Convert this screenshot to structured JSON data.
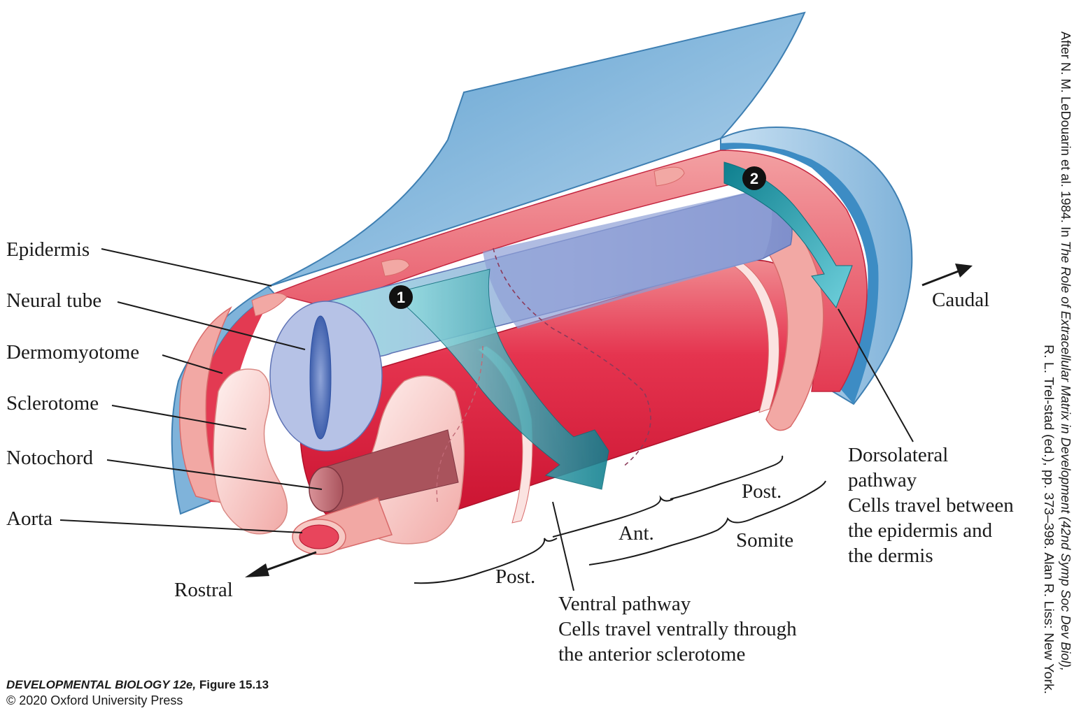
{
  "labels": {
    "epidermis": "Epidermis",
    "neural_tube": "Neural tube",
    "dermomyotome": "Dermomyotome",
    "sclerotome": "Sclerotome",
    "notochord": "Notochord",
    "aorta": "Aorta",
    "rostral": "Rostral",
    "caudal": "Caudal"
  },
  "markers": {
    "one": "1",
    "two": "2"
  },
  "segments": {
    "post_front": "Post.",
    "ant": "Ant.",
    "post_back": "Post.",
    "somite": "Somite"
  },
  "pathways": {
    "ventral_title": "Ventral pathway",
    "ventral_desc_1": "Cells travel ventrally through",
    "ventral_desc_2": "the anterior sclerotome",
    "dorsolateral_title_1": "Dorsolateral",
    "dorsolateral_title_2": "pathway",
    "dorsolateral_desc_1": "Cells travel between",
    "dorsolateral_desc_2": "the epidermis and",
    "dorsolateral_desc_3": "the dermis"
  },
  "credit": {
    "line_1_prefix": "After N. M. LeDouarin et al. 1984. In ",
    "line_1_title": "The Role of Extracellular Matrix in Development (42nd Symp Soc Dev Biol),",
    "line_2": "R. L. Trel-stad (ed.), pp. 373–398. Alan R. Liss: New York."
  },
  "caption": {
    "book": "DEVELOPMENTAL BIOLOGY 12e,",
    "figure": " Figure 15.13",
    "copyright": "© 2020 Oxford University Press"
  },
  "colors": {
    "epidermis": "#8fbfe0",
    "dermomyotome": "#e2415a",
    "sclerotome": "#f7c9c4",
    "neural_tube": "#b4c3e6",
    "pathway_arrow": "#1f8f9e",
    "aorta": "#e8455c"
  }
}
